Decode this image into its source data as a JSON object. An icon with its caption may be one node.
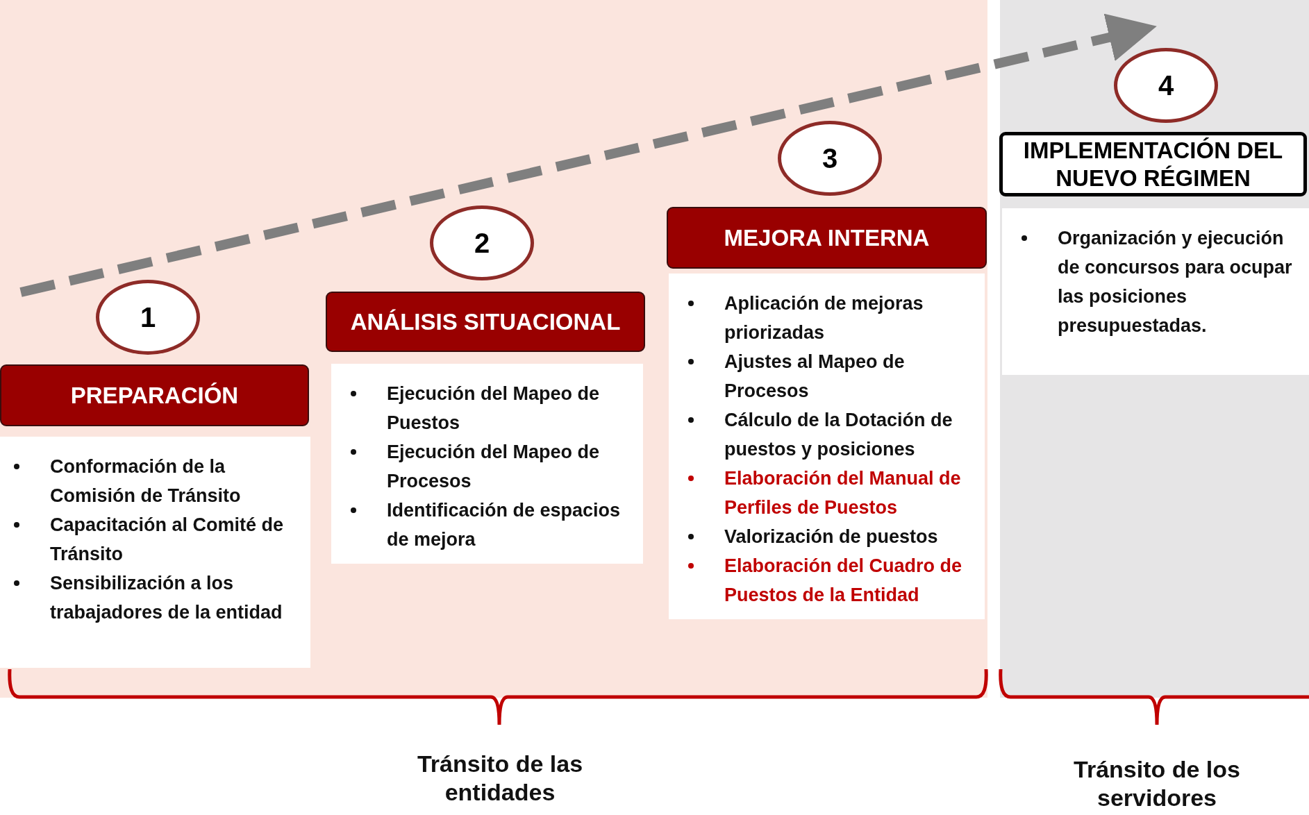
{
  "diagram": {
    "nodes": [
      {
        "text": [
          "1"
        ]
      },
      {
        "text": [
          "PREPARACIÓN"
        ]
      },
      {
        "text": [
          "Conformación de la Comisión de Tránsito",
          "Capacitación al Comité de Tránsito",
          "Sensibilización a los trabajadores de la entidad"
        ]
      },
      {
        "text": [
          "2"
        ]
      },
      {
        "text": [
          "ANÁLISIS SITUACIONAL"
        ]
      },
      {
        "text": [
          "Ejecución del Mapeo de Puestos",
          "Ejecución del Mapeo de Procesos",
          "Identificación de espacios de mejora"
        ]
      },
      {
        "text": [
          "3"
        ]
      },
      {
        "text": [
          "MEJORA INTERNA"
        ]
      },
      {
        "text": [
          "Aplicación de mejoras priorizadas",
          "Ajustes al Mapeo de Procesos",
          "Cálculo de la Dotación de puestos y posiciones",
          "Elaboración del Manual de Perfiles de Puestos",
          "Valorización de puestos",
          "Elaboración del Cuadro de Puestos de la Entidad"
        ]
      },
      {
        "text": [
          "4"
        ]
      },
      {
        "text": [
          "IMPLEMENTACIÓN DEL NUEVO RÉGIMEN"
        ]
      },
      {
        "text": [
          "Organización y ejecución de concursos para ocupar las posiciones presupuestadas."
        ]
      }
    ],
    "labels": [
      "Tránsito de las entidades",
      "Tránsito de los servidores"
    ]
  }
}
